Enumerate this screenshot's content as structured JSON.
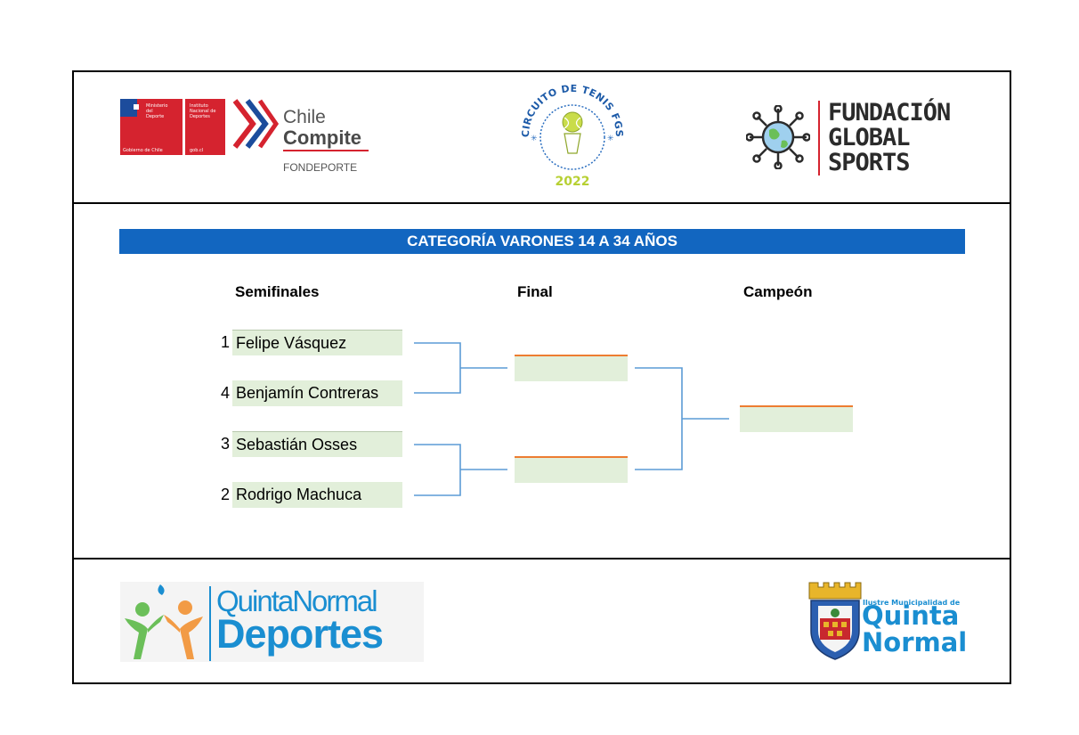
{
  "header": {
    "ministerio_logo": {
      "line1": [
        "Ministerio",
        "del",
        "Deporte"
      ],
      "line2": [
        "Instituto",
        "Nacional de",
        "Deportes"
      ],
      "footer_left": "Gobierno de Chile",
      "footer_right": "gob.cl"
    },
    "chile_compite": {
      "word1": "Chile",
      "word2": "Compite",
      "sub": "FONDEPORTE"
    },
    "circuito": {
      "arc_text": "CIRCUITO DE TENIS FGS",
      "year": "2022"
    },
    "fundacion": {
      "line1": "FUNDACIÓN",
      "line2": "GLOBAL",
      "line3": "SPORTS"
    }
  },
  "category_title": "CATEGORÍA VARONES 14 A 34 AÑOS",
  "columns": {
    "semis": "Semifinales",
    "final": "Final",
    "champion": "Campeón"
  },
  "semifinal_players": [
    {
      "seed": "1",
      "name": "Felipe Vásquez"
    },
    {
      "seed": "4",
      "name": "Benjamín Contreras"
    },
    {
      "seed": "3",
      "name": "Sebastián Osses"
    },
    {
      "seed": "2",
      "name": "Rodrigo Machuca"
    }
  ],
  "final_slots": [
    "",
    ""
  ],
  "champion_slot": "",
  "footer": {
    "qn_deportes": {
      "line1": "QuintaNormal",
      "line2": "Deportes"
    },
    "municipalidad": {
      "line1": "Ilustre Municipalidad de",
      "line2": "Quinta",
      "line3": "Normal"
    }
  },
  "colors": {
    "title_bar": "#1266c0",
    "cell_fill": "#e2efda",
    "connector": "#5b9bd5",
    "slot_line": "#ed7d31",
    "chile_red": "#d5232f",
    "chile_blue": "#1c4c9c",
    "qn_blue": "#1a8ed1"
  }
}
